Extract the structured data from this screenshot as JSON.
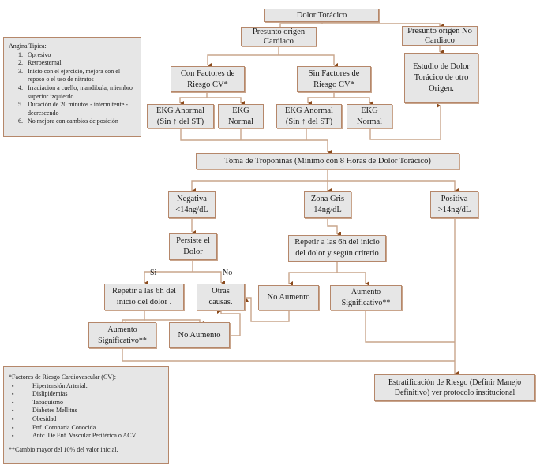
{
  "colors": {
    "line": "#c9a58c",
    "arrow": "#8a4a1c",
    "box_fill": "#e6e6e6",
    "box_border": "#b5876a"
  },
  "nodes": {
    "dolor_toracico": "Dolor Torácico",
    "presunto_cardiaco": [
      "Presunto origen",
      "Cardiaco"
    ],
    "presunto_no_cardiaco": [
      "Presunto origen No",
      "Cardiaco"
    ],
    "estudio_otro_origen": [
      "Estudio de Dolor",
      "Torácico de otro",
      "Origen."
    ],
    "con_factores": [
      "Con Factores de",
      "Riesgo CV*"
    ],
    "sin_factores": [
      "Sin Factores de",
      "Riesgo CV*"
    ],
    "ekg_anormal_con": [
      "EKG Anormal",
      "(Sin ↑ del ST)"
    ],
    "ekg_normal_con": [
      "EKG",
      "Normal"
    ],
    "ekg_anormal_sin": [
      "EKG Anormal",
      "(Sin ↑ del ST)"
    ],
    "ekg_normal_sin": [
      "EKG",
      "Normal"
    ],
    "toma_troponinas": "Toma de Troponinas (Mínimo con 8 Horas de Dolor Torácico)",
    "negativa": [
      "Negativa",
      "<14ng/dL"
    ],
    "zona_gris": [
      "Zona Gris",
      "14ng/dL"
    ],
    "positiva": [
      "Positiva",
      ">14ng/dL"
    ],
    "persiste_dolor": [
      "Persiste el",
      "Dolor"
    ],
    "repetir_6h_gris": [
      "Repetir a las 6h del inicio",
      "del dolor y  según criterio"
    ],
    "repetir_6h_neg": [
      "Repetir a las 6h del",
      "inicio del dolor ."
    ],
    "otras_causas": [
      "Otras",
      "causas."
    ],
    "no_aumento_gris": "No Aumento",
    "aumento_sig_gris": [
      "Aumento",
      "Significativo**"
    ],
    "aumento_sig_neg": [
      "Aumento",
      "Significativo**"
    ],
    "no_aumento_neg": "No Aumento",
    "estratificacion": [
      "Estratificación de Riesgo (Definir Manejo",
      "Definitivo) ver protocolo institucional"
    ]
  },
  "labels": {
    "si": "Si",
    "no": "No"
  },
  "angina_note": {
    "title": "Angina Tipica:",
    "items": [
      "Opresivo",
      "Retroesternal",
      "Inicio con el ejercicio, mejora con el reposo o el uso de nitratos",
      "Irradiacion a cuello, mandibula, miembro superior izquierdo",
      "Duración de 20 minutos  - intermitente - decrescendo",
      "No mejora con cambios de posición"
    ]
  },
  "risk_note": {
    "title": "*Factores de Riesgo Cardiovascular (CV):",
    "items": [
      "Hipertensión  Arterial.",
      "Dislipidemias",
      "Tabaquismo",
      "Diabetes Mellitus",
      "Obesidad",
      "Enf. Coronaria Conocida",
      "Antc. De Enf. Vascular Periférica o ACV."
    ],
    "footnote": "**Cambio mayor del 10% del valor inicial."
  }
}
